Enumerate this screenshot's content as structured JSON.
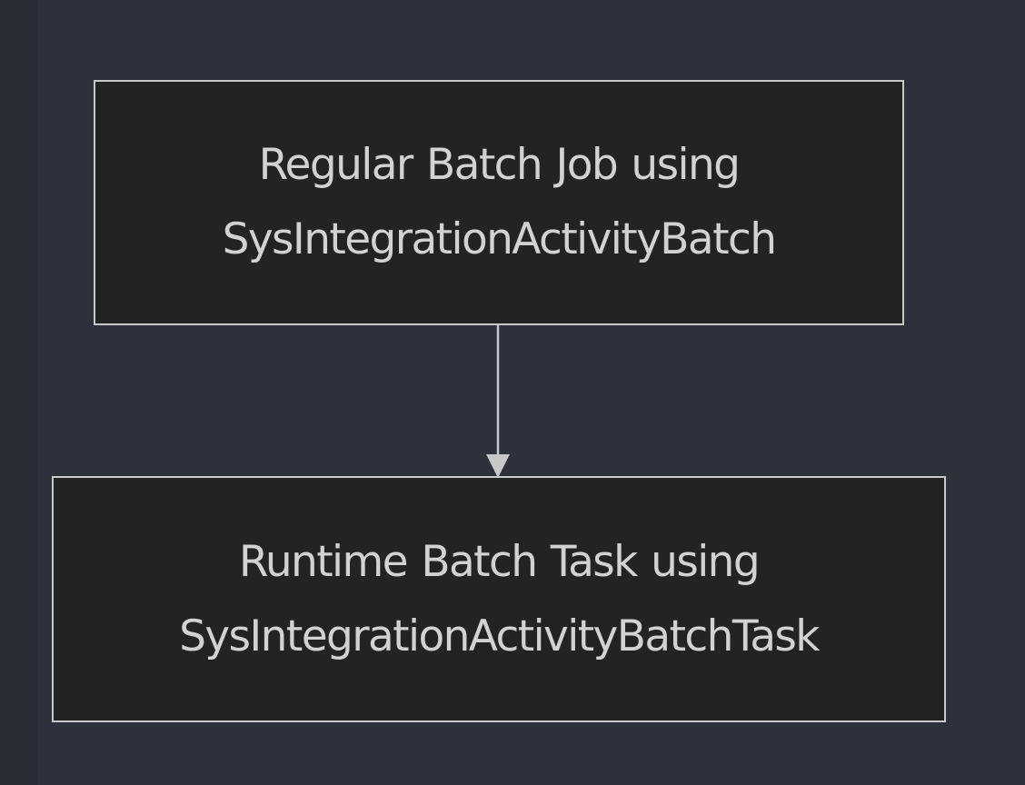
{
  "diagram": {
    "colors": {
      "background": "#2e313b",
      "node_fill": "#222423",
      "node_stroke": "#c8c8c8",
      "text": "#d2d2d2",
      "edge": "#c8c8c8"
    },
    "nodes": [
      {
        "id": "regular-batch-job",
        "lines": [
          "Regular Batch Job using",
          "SysIntegrationActivityBatch"
        ]
      },
      {
        "id": "runtime-batch-task",
        "lines": [
          "Runtime Batch Task using",
          "SysIntegrationActivityBatchTask"
        ]
      }
    ],
    "edges": [
      {
        "from": "regular-batch-job",
        "to": "runtime-batch-task"
      }
    ]
  }
}
